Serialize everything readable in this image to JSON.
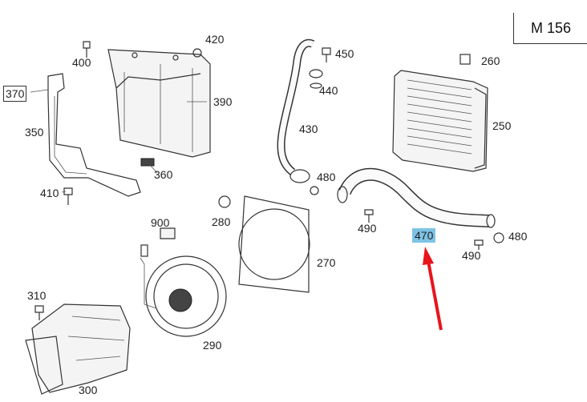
{
  "model_code": "M 156",
  "highlight_color": "#7ec3e6",
  "arrow_color": "#e8141b",
  "parts": [
    {
      "id": "p400",
      "label": "400"
    },
    {
      "id": "p420",
      "label": "420"
    },
    {
      "id": "p370",
      "label": "370"
    },
    {
      "id": "p390",
      "label": "390"
    },
    {
      "id": "p350",
      "label": "350"
    },
    {
      "id": "p360",
      "label": "360"
    },
    {
      "id": "p410",
      "label": "410"
    },
    {
      "id": "p450",
      "label": "450"
    },
    {
      "id": "p440",
      "label": "440"
    },
    {
      "id": "p430",
      "label": "430"
    },
    {
      "id": "p480a",
      "label": "480"
    },
    {
      "id": "p260",
      "label": "260"
    },
    {
      "id": "p250",
      "label": "250"
    },
    {
      "id": "p280",
      "label": "280"
    },
    {
      "id": "p490a",
      "label": "490"
    },
    {
      "id": "p470",
      "label": "470",
      "highlighted": true
    },
    {
      "id": "p480b",
      "label": "480"
    },
    {
      "id": "p490b",
      "label": "490"
    },
    {
      "id": "p900",
      "label": "900"
    },
    {
      "id": "p270",
      "label": "270"
    },
    {
      "id": "p310",
      "label": "310"
    },
    {
      "id": "p290",
      "label": "290"
    },
    {
      "id": "p300",
      "label": "300"
    }
  ]
}
